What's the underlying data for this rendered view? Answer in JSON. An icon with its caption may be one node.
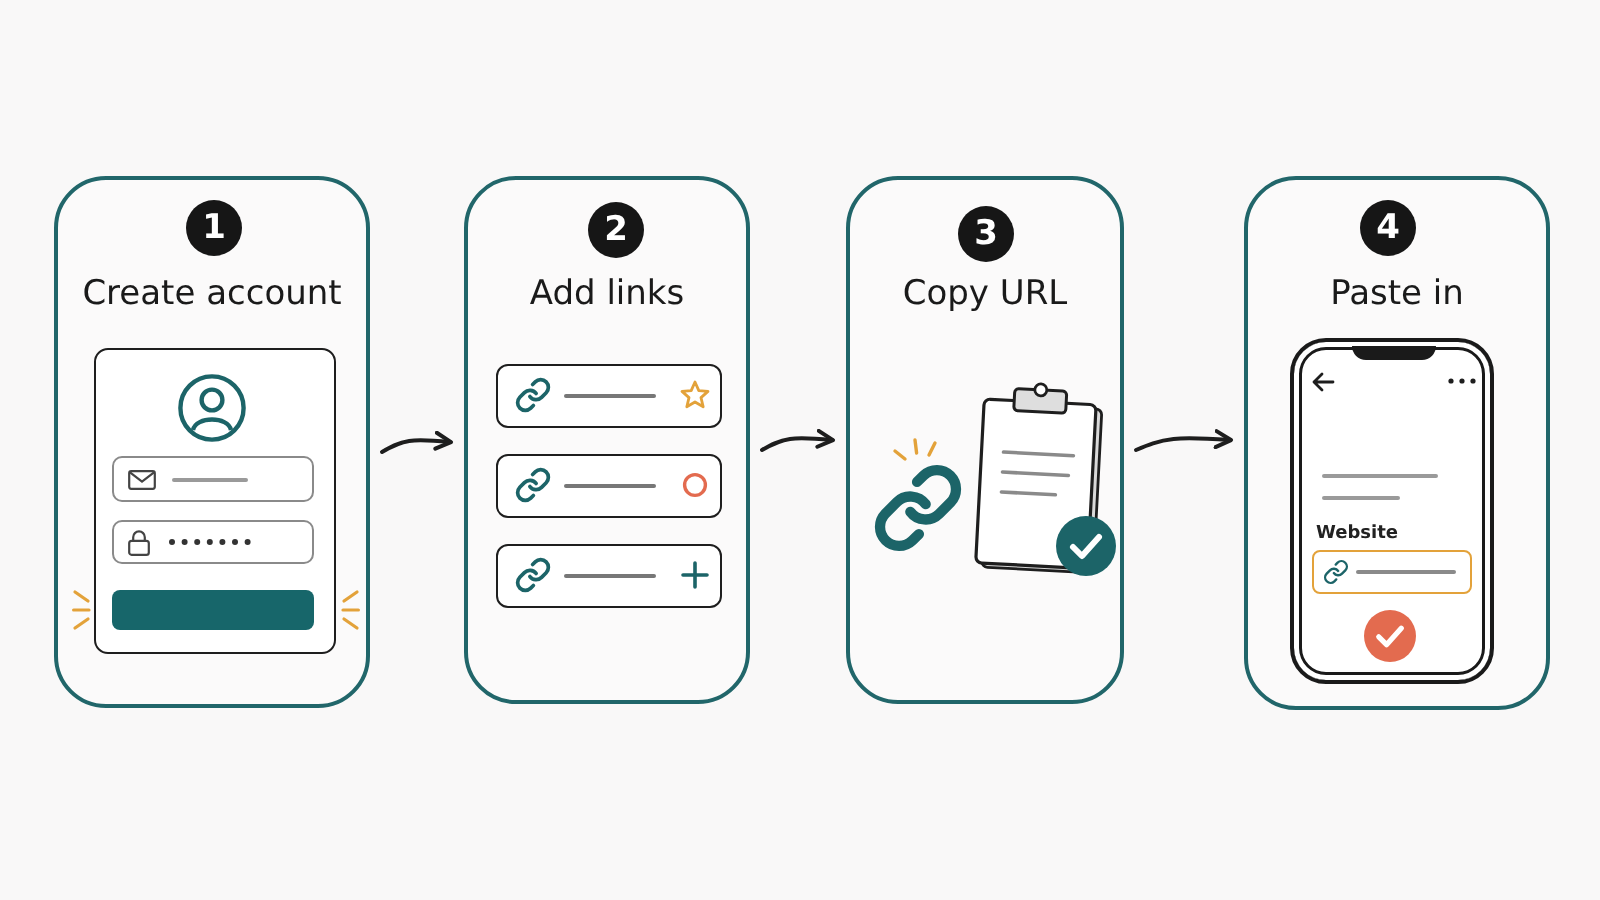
{
  "diagram": {
    "nodes": [
      {
        "text": [
          "Create account"
        ]
      },
      {
        "text": [
          "1"
        ],
        "in": 0
      },
      {
        "text": [
          "Add links"
        ]
      },
      {
        "text": [
          "2"
        ],
        "in": 2
      },
      {
        "text": [
          "Copy URL"
        ]
      },
      {
        "text": [
          "3"
        ],
        "in": 4
      },
      {
        "text": [
          "Paste in"
        ]
      },
      {
        "text": [
          "4"
        ],
        "in": 6
      },
      {
        "text": [
          "Website"
        ],
        "in": 6
      }
    ],
    "edges": [
      {
        "from": 0,
        "to": 2,
        "arrow": "to"
      },
      {
        "from": 2,
        "to": 4,
        "arrow": "to"
      },
      {
        "from": 4,
        "to": 6,
        "arrow": "to"
      }
    ]
  }
}
